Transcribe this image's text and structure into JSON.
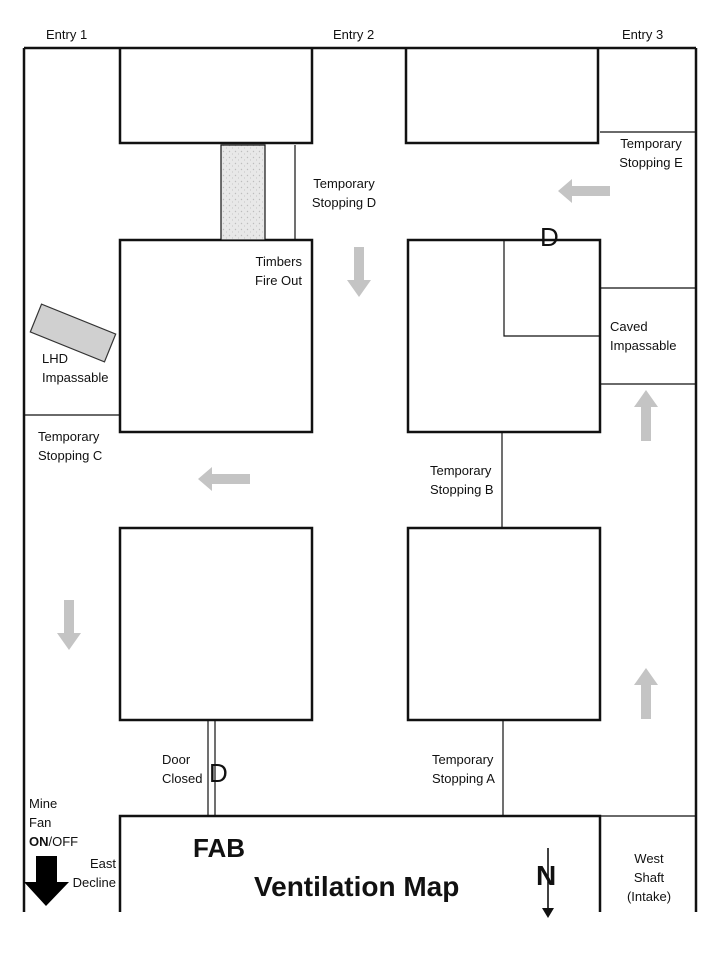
{
  "entries": [
    "Entry 1",
    "Entry 2",
    "Entry 3"
  ],
  "labels": {
    "stopping_e": [
      "Temporary",
      "Stopping E"
    ],
    "stopping_d": [
      "Temporary",
      "Stopping D"
    ],
    "timbers": [
      "Timbers",
      "Fire Out"
    ],
    "caved": [
      "Caved",
      "Impassable"
    ],
    "lhd": [
      "LHD",
      "Impassable"
    ],
    "stopping_c": [
      "Temporary",
      "Stopping C"
    ],
    "stopping_b": [
      "Temporary",
      "Stopping B"
    ],
    "door_closed": [
      "Door",
      "Closed"
    ],
    "stopping_a": [
      "Temporary",
      "Stopping A"
    ],
    "mine_fan": {
      "line1": "Mine",
      "line2": "Fan",
      "on": "ON",
      "sep": "/OFF"
    },
    "east_decline": [
      "East",
      "Decline"
    ],
    "west_shaft": [
      "West",
      "Shaft",
      "(Intake)"
    ]
  },
  "door_symbol": "D",
  "title": {
    "fab": "FAB",
    "main": "Ventilation Map"
  },
  "north": "N",
  "colors": {
    "arrow": "#c4c4c4",
    "line": "#111111",
    "timber_fill": "#e6e6e6"
  }
}
